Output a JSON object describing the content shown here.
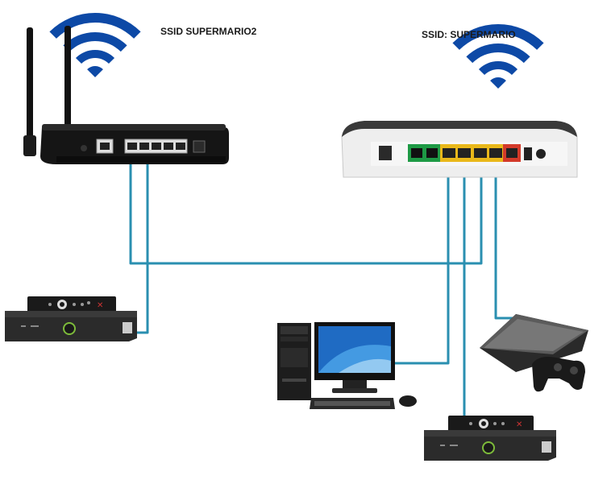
{
  "labels": {
    "ssid_left": "SSID SUPERMARIO2",
    "ssid_right": "SSID: SUPERMARIO"
  },
  "colors": {
    "cable": "#2a8fb0",
    "wifi": "#0d49a6",
    "router_body": "#1a1a1a",
    "modem_body": "#ececec",
    "port_yellow": "#e9b81a",
    "port_green": "#1e9a45",
    "port_red": "#d33a2a"
  },
  "devices": [
    {
      "name": "router-left",
      "icon": "wireless-router-icon"
    },
    {
      "name": "modem-router-right",
      "icon": "modem-router-icon"
    },
    {
      "name": "set-top-box-left",
      "icon": "set-top-box-icon"
    },
    {
      "name": "desktop-pc",
      "icon": "desktop-computer-icon"
    },
    {
      "name": "game-console",
      "icon": "game-console-icon"
    },
    {
      "name": "set-top-box-bottom",
      "icon": "set-top-box-icon"
    }
  ]
}
